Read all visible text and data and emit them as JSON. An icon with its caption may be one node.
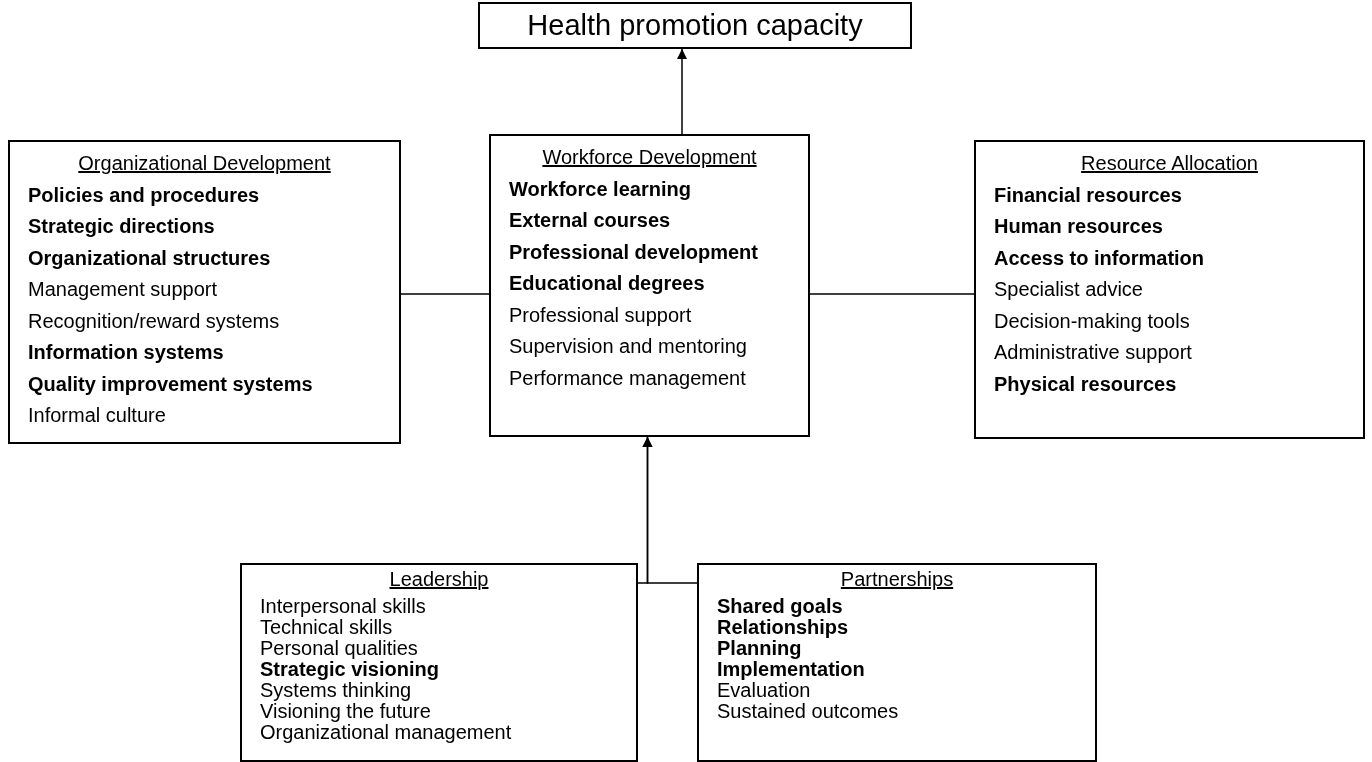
{
  "diagram": {
    "nodes": [
      {
        "text": [
          "Health promotion capacity"
        ]
      },
      {
        "text": [
          "Organizational Development",
          "**Policies and procedures**",
          "**Strategic directions**",
          "**Organizational structures**",
          "Management support",
          "Recognition/reward systems",
          "**Information systems**",
          "**Quality improvement systems**",
          "Informal culture"
        ]
      },
      {
        "text": [
          "Workforce Development",
          "**Workforce learning**",
          "**External courses**",
          "**Professional development**",
          "**Educational degrees**",
          "Professional support",
          "Supervision and mentoring",
          "Performance management"
        ]
      },
      {
        "text": [
          "Resource Allocation",
          "**Financial resources**",
          "**Human resources**",
          "**Access to information**",
          "Specialist advice",
          "Decision-making tools",
          "Administrative support",
          "**Physical resources**"
        ]
      },
      {
        "text": [
          "Leadership",
          "Interpersonal skills",
          "Technical skills",
          "Personal qualities",
          "**Strategic visioning**",
          "Systems thinking",
          "Visioning the future",
          "Organizational management"
        ]
      },
      {
        "text": [
          "Partnerships",
          "**Shared goals**",
          "**Relationships**",
          "**Planning**",
          "**Implementation**",
          "Evaluation",
          "Sustained outcomes"
        ]
      }
    ],
    "edges": [
      {
        "from": 2,
        "to": 0,
        "arrow": "to"
      },
      {
        "from": 1,
        "to": 2,
        "arrow": "none"
      },
      {
        "from": 2,
        "to": 3,
        "arrow": "none"
      },
      {
        "from": 4,
        "to": 2,
        "arrow": "to"
      },
      {
        "from": 5,
        "to": 2,
        "arrow": "to"
      }
    ]
  }
}
